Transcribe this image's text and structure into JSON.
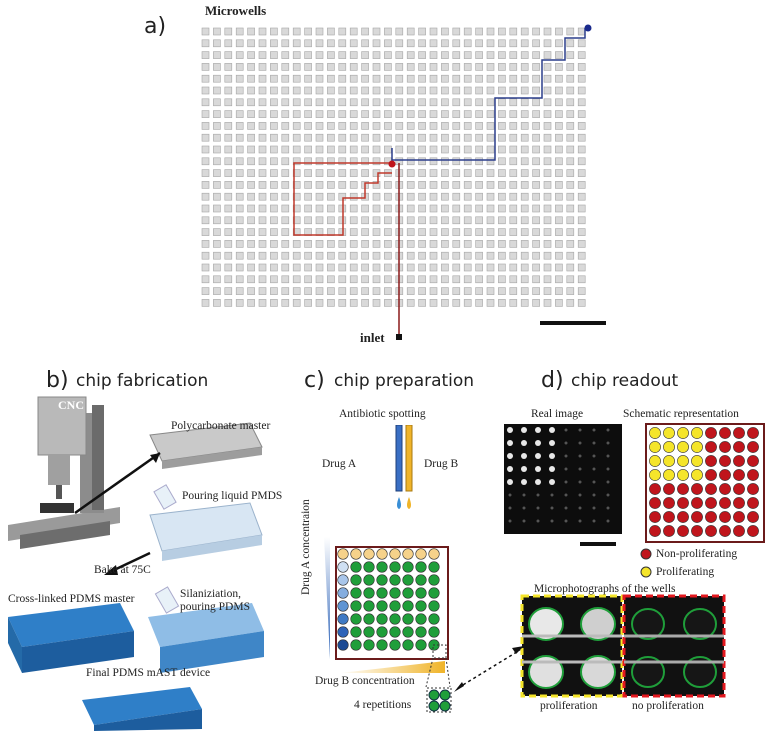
{
  "panel_a": {
    "letter": "a)",
    "microwells_label": "Microwells",
    "inlet_label": "inlet",
    "grid": {
      "cols": 34,
      "rows": 24
    },
    "colors": {
      "red_path": "#c0392b",
      "blue_path": "#2c3e8c",
      "well": "#d9d9d9"
    }
  },
  "panel_b": {
    "letter": "b)",
    "title": "chip fabrication",
    "cnc_label": "CNC",
    "polycarbonate_label": "Polycarbonate master",
    "pouring_label": "Pouring liquid PMDS",
    "bake_label": "Bake at 75C",
    "crosslinked_label": "Cross-linked PDMS master",
    "silanization_label": "Silaniziation,",
    "pouring_pdms_label": "pouring PDMS",
    "final_label": "Final PDMS mAST device"
  },
  "panel_c": {
    "letter": "c)",
    "title": "chip preparation",
    "antibiotic_label": "Antibiotic spotting",
    "drug_a_label": "Drug A",
    "drug_b_label": "Drug B",
    "drug_a_conc_label": "Drug A concentraion",
    "drug_b_conc_label": "Drug B concentration",
    "repetitions_label": "4 repetitions",
    "colors": {
      "drug_a": "#3a6fc4",
      "drug_b": "#f0b429",
      "green": "#1f9e3a"
    }
  },
  "panel_d": {
    "letter": "d)",
    "title": "chip readout",
    "real_image_label": "Real image",
    "schematic_label": "Schematic representation",
    "non_proliferating_label": "Non-proliferating",
    "proliferating_label": "Proliferating",
    "microphotographs_label": "Microphotographs of the wells",
    "proliferation_label": "proliferation",
    "no_proliferation_label": "no proliferation",
    "colors": {
      "red": "#c0151c",
      "yellow": "#f5e52a"
    }
  }
}
